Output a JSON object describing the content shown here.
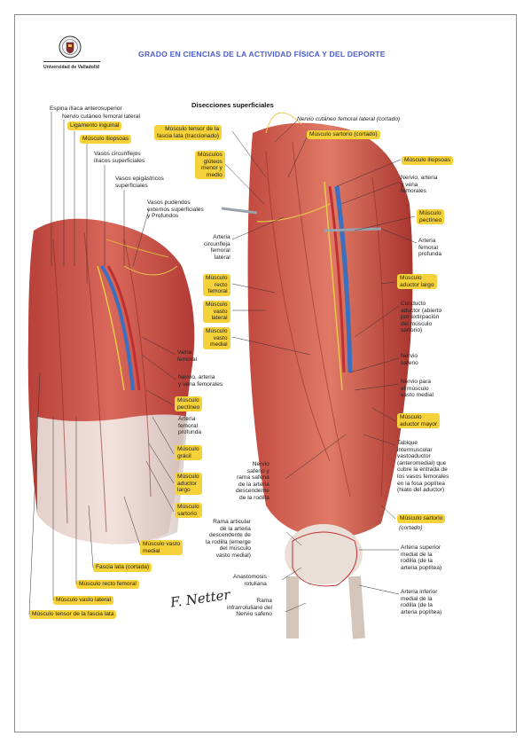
{
  "header": {
    "title": "GRADO EN CIENCIAS DE LA ACTIVIDAD FÍSICA Y DEL DEPORTE",
    "university": "Universidad de Valladolid"
  },
  "figure": {
    "subtitle": "Disecciones superficiales",
    "left_labels": [
      {
        "text": "Espina ilíaca anterosuperior",
        "hl": false
      },
      {
        "text": "Nervio cutáneo femoral lateral",
        "hl": false
      },
      {
        "text": "Ligamento inguinal",
        "hl": true
      },
      {
        "text": "Músculo iliopsoas",
        "hl": true
      },
      {
        "text": "Vasos circunflejos\nilíacos superficiales",
        "hl": false
      },
      {
        "text": "Vasos epigástricos\nsuperficiales",
        "hl": false
      },
      {
        "text": "Vasos pudendos\nexternos superficiales\ny Profundos",
        "hl": false
      },
      {
        "text": "Vaina\nfemoral",
        "hl": false
      },
      {
        "text": "Nervio, arteria\ny vena femorales",
        "hl": false
      },
      {
        "text": "Músculo\npectíneo",
        "hl": true
      },
      {
        "text": "Arteria\nfemoral\nprofunda",
        "hl": false
      },
      {
        "text": "Músculo\ngrácil",
        "hl": true
      },
      {
        "text": "Músculo\naductor\nlargo",
        "hl": true
      },
      {
        "text": "Músculo\nsartorio",
        "hl": true
      },
      {
        "text": "Músculo vasto\nmedial",
        "hl": true
      },
      {
        "text": "Fascia lata (cortada)",
        "hl": true
      },
      {
        "text": "Músculo recto femoral",
        "hl": true
      },
      {
        "text": "Músculo vasto lateral",
        "hl": true
      },
      {
        "text": "Músculo tensor de la fascia lata",
        "hl": true
      }
    ],
    "middle_labels": [
      {
        "text": "Músculo tensor de la\nfascia lata (traccionado)",
        "hl": true
      },
      {
        "text": "Músculos\nglúteos\nmenor y\nmedio",
        "hl": true
      },
      {
        "text": "Arteria\ncircunfleja\nfemoral\nlateral",
        "hl": false
      },
      {
        "text": "Músculo\nrecto\nfemoral",
        "hl": true
      },
      {
        "text": "Músculo\nvasto\nlateral",
        "hl": true
      },
      {
        "text": "Músculo\nvasto\nmedial",
        "hl": true
      },
      {
        "text": "Nervio\nsafeno y\nrama safena\nde la arteria\ndescendente\nde la rodilla",
        "hl": false
      },
      {
        "text": "Rama articular\nde la arteria\ndescendente de\nla rodilla (emerge\ndel músculo\nvasto medial)",
        "hl": false
      },
      {
        "text": "Anastomosis\nrotuliana",
        "hl": false
      },
      {
        "text": "Rama\ninfrarrotuliano del\nNervio safeno",
        "hl": false
      }
    ],
    "right_labels": [
      {
        "text": "Nervio cutáneo femoral lateral (cortado)",
        "hl": false
      },
      {
        "text": "Músculo sartorio (cortado)",
        "hl": true
      },
      {
        "text": "Músculo iliopsoas",
        "hl": true
      },
      {
        "text": "Nervio, arteria\ny vena\nfemorales",
        "hl": false
      },
      {
        "text": "Músculo\npectíneo",
        "hl": true
      },
      {
        "text": "Arteria\nfemoral\nprofunda",
        "hl": false
      },
      {
        "text": "Músculo\naductor largo",
        "hl": true
      },
      {
        "text": "Conducto\naductor (abierto\npor extirpación\ndel músculo\nsartorio)",
        "hl": false
      },
      {
        "text": "Nervio\nsafeno",
        "hl": false
      },
      {
        "text": "Nervio para\nel músculo\nvasto medial",
        "hl": false
      },
      {
        "text": "Músculo\naductor mayor",
        "hl": true
      },
      {
        "text": "Tabique\nintermuscular\nvastoaductor\n(anteromedial) que\ncubre la entrada de\nlos vasos femorales\nen la fosa poplítea\n(hiato del aductor)",
        "hl": false
      },
      {
        "text": "Músculo sartorio",
        "hl": true
      },
      {
        "text": "(cortado)",
        "hl": false
      },
      {
        "text": "Arteria superior\nmedial de la\nrodilla (de la\narteria poplítea)",
        "hl": false
      },
      {
        "text": "Arteria inferior\nmedial de la\nrodilla (de la\narteria poplítea)",
        "hl": false
      }
    ],
    "signature": "F. Netter"
  }
}
